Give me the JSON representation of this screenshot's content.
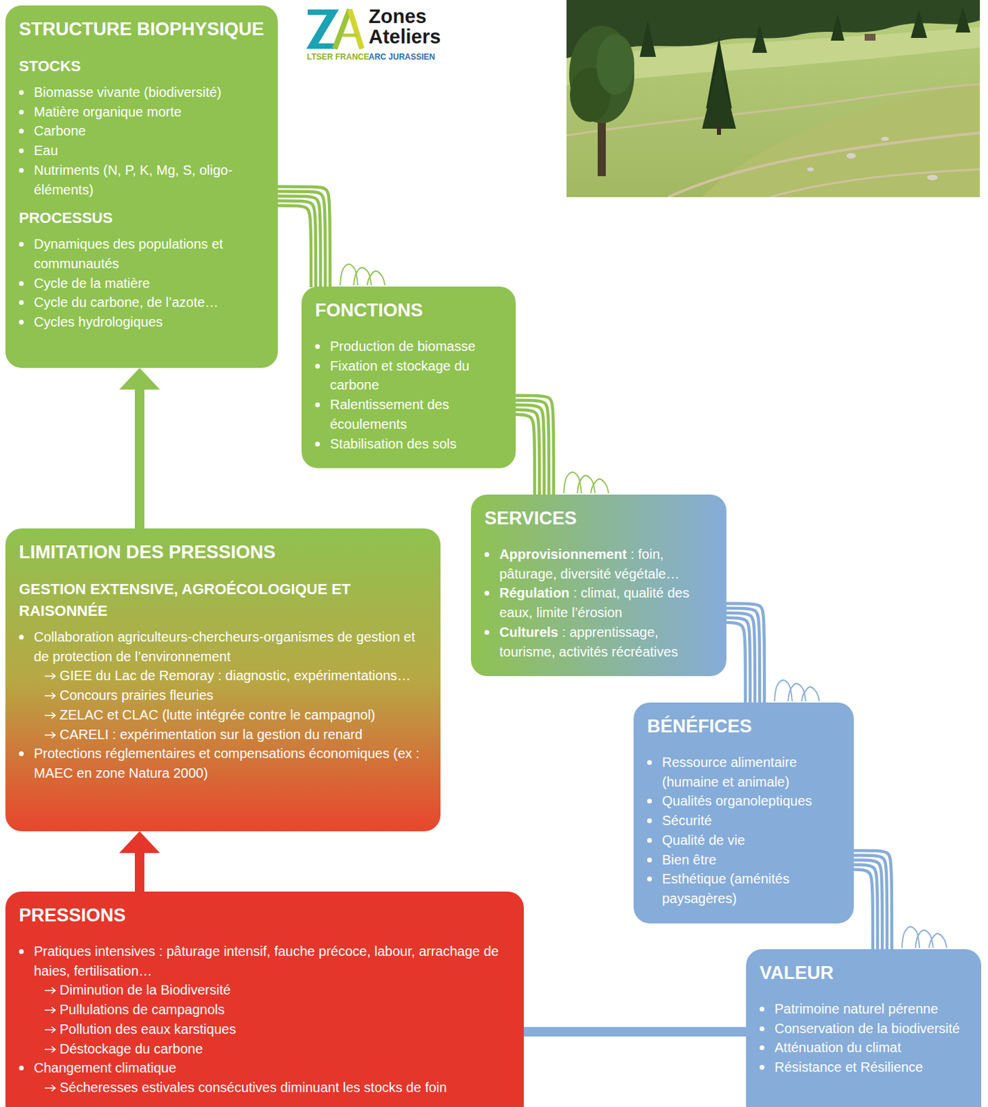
{
  "diagram": {
    "nodes": [
      {
        "text": [
          "STRUCTURE BIOPHYSIQUE",
          "STOCKS",
          "Biomasse vivante (biodiversité)",
          "Matière organique morte",
          "Carbone",
          "Eau",
          "Nutriments (N, P, K, Mg, S, oligo-éléments)",
          "PROCESSUS",
          "Dynamiques des populations et communautés",
          "Cycle de la matière",
          "Cycle du carbone, de l’azote…",
          "Cycles hydrologiques"
        ]
      },
      {
        "text": [
          "FONCTIONS",
          "Production de biomasse",
          "Fixation et stockage du carbone",
          "Ralentissement des écoulements",
          "Stabilisation des sols"
        ]
      },
      {
        "text": [
          "SERVICES",
          "Approvisionnement",
          ": foin, pâturage, diversité végétale…",
          "Régulation",
          ": climat, qualité des eaux, limite l’érosion",
          "Culturels",
          ": apprentissage, tourisme, activités récréatives"
        ]
      },
      {
        "text": [
          "BÉNÉFICES",
          "Ressource alimentaire (humaine et animale)",
          "Qualités organoleptiques",
          "Sécurité",
          "Qualité de vie",
          "Bien être",
          "Esthétique (aménités paysagères)"
        ]
      },
      {
        "text": [
          "VALEUR",
          "Patrimoine naturel pérenne",
          "Conservation de la biodiversité",
          "Atténuation du climat",
          "Résistance et Résilience"
        ]
      },
      {
        "text": [
          "LIMITATION DES PRESSIONS",
          "GESTION EXTENSIVE, AGROÉCOLOGIQUE ET RAISONNÉE",
          "Collaboration agriculteurs-chercheurs-organismes de gestion et de protection de l’environnement",
          "GIEE du Lac de Remoray : diagnostic, expérimentations…",
          "Concours prairies fleuries",
          "ZELAC et CLAC (lutte intégrée contre le campagnol)",
          "CARELI : expérimentation sur la gestion du renard",
          "Protections réglementaires et compensations économiques (ex : MAEC en zone Natura 2000)"
        ]
      },
      {
        "text": [
          "PRESSIONS",
          "Pratiques intensives : pâturage intensif, fauche précoce, labour, arrachage de haies, fertilisation…",
          "Diminution de la Biodiversité",
          "Pullulations de campagnols",
          "Pollution des eaux karstiques",
          "Déstockage du carbone",
          "Changement climatique",
          "Sécheresses estivales consécutives diminuant les stocks de foin"
        ]
      }
    ],
    "edges": [
      {
        "from": 0,
        "to": 1,
        "arrow": "none"
      },
      {
        "from": 1,
        "to": 2,
        "arrow": "none"
      },
      {
        "from": 2,
        "to": 3,
        "arrow": "none"
      },
      {
        "from": 3,
        "to": 4,
        "arrow": "none"
      },
      {
        "from": 6,
        "to": 5,
        "arrow": "to"
      },
      {
        "from": 5,
        "to": 0,
        "arrow": "to"
      },
      {
        "from": 6,
        "to": 4,
        "arrow": "none"
      }
    ],
    "labels": [
      "Zones",
      "Ateliers",
      "LTSER FRANCE",
      "ARC JURASSIEN"
    ]
  }
}
